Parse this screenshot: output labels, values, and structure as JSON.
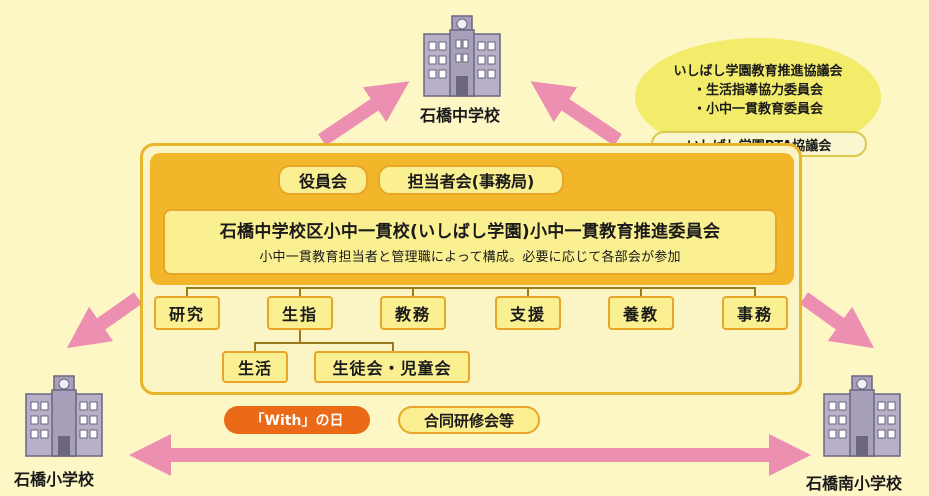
{
  "schools": {
    "middle": "石橋中学校",
    "elem_left": "石橋小学校",
    "elem_right": "石橋南小学校"
  },
  "council": {
    "line1": "いしばし学園教育推進協議会",
    "line2": "・生活指導協力委員会",
    "line3": "・小中一貫教育委員会",
    "pta": "いしばし学園PTA協議会"
  },
  "top_pills": [
    "役員会",
    "担当者会(事務局)"
  ],
  "committee": {
    "title": "石橋中学校区小中一貫校(いしばし学園)小中一貫教育推進委員会",
    "subtitle": "小中一貫教育担当者と管理職によって構成。必要に応じて各部会が参加"
  },
  "departments": [
    "研究",
    "生指",
    "教務",
    "支援",
    "養教",
    "事務"
  ],
  "subdepartments": [
    "生活",
    "生徒会・児童会"
  ],
  "events": {
    "with_day": "「With」の日",
    "joint_training": "合同研修会等"
  },
  "colors": {
    "background": "#fdf7c6",
    "panel_orange": "#f2b62b",
    "box_yellow": "#fbf091",
    "arrow_pink": "#ec8fb0",
    "with_day_orange": "#ea6a18",
    "council_yellow": "#f3ec6b"
  },
  "icons": [
    "school-building-icon"
  ]
}
